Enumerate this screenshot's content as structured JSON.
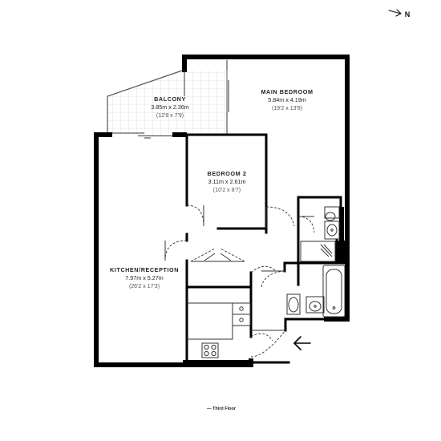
{
  "floor_label": "— Third Floor",
  "north_label": "N",
  "rooms": [
    {
      "id": "balcony",
      "name": "BALCONY",
      "metric": "3.85m x 2.36m",
      "imperial": "(12'8 x 7'9)"
    },
    {
      "id": "main-bedroom",
      "name": "MAIN BEDROOM",
      "metric": "5.84m x 4.19m",
      "imperial": "(19'2 x 13'9)"
    },
    {
      "id": "bedroom-2",
      "name": "BEDROOM 2",
      "metric": "3.11m x 2.61m",
      "imperial": "(10'2 x 8'7)"
    },
    {
      "id": "kitchen-reception",
      "name": "KITCHEN/RECEPTION",
      "metric": "7.97m x 5.27m",
      "imperial": "(26'2 x 17'3)"
    }
  ]
}
